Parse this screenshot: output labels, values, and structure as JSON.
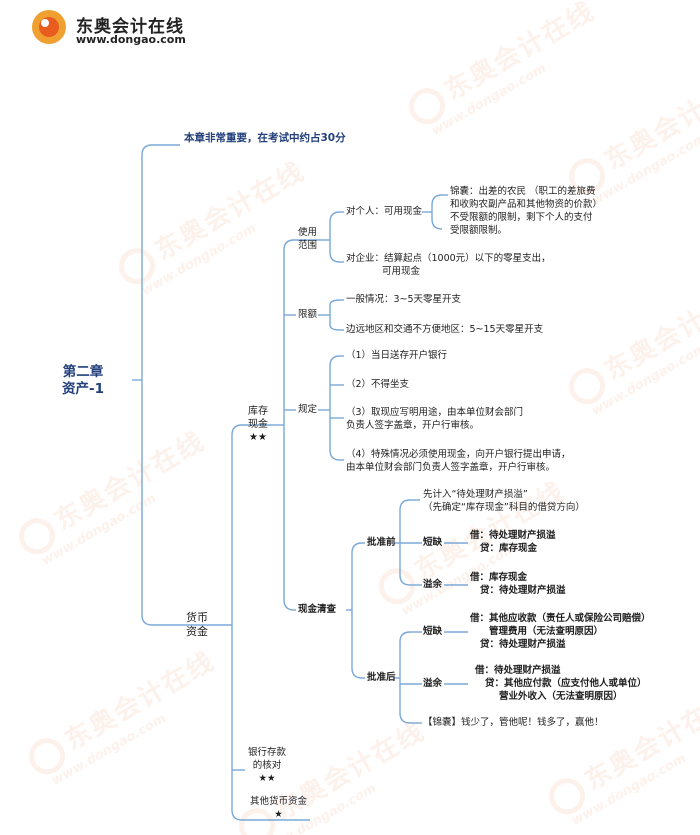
{
  "brand": {
    "name": "东奥会计在线",
    "url": "www.dongao.com"
  },
  "root": {
    "line1": "第二章",
    "line2": "资产-1"
  },
  "note": "本章非常重要，在考试中约占30分",
  "nodes": {
    "huobi": [
      "货币",
      "资金"
    ],
    "kucun": [
      "库存",
      "现金",
      "★★"
    ],
    "yinhang": [
      "银行存款",
      "的核对",
      "★★"
    ],
    "qita": [
      "其他货币资金",
      "★"
    ],
    "shiyong": [
      "使用",
      "范围"
    ],
    "xiane": "限额",
    "guiding": "规定",
    "qingcha": "现金清查",
    "duigeren": "对个人：可用现金",
    "jinnang1": [
      "锦囊：出差的农民 （职工的差旅费",
      "和收购农副产品和其他物资的价款）",
      "不受限额的限制，剩下个人的支付",
      "受限额限制。"
    ],
    "duiqiye": [
      "对企业：结算起点（1000元）以下的零星支出，",
      "可用现金"
    ],
    "yiban": "一般情况：3~5天零星开支",
    "bianyuan": "边远地区和交通不方便地区：5~15天零星开支",
    "g1": "（1）当日送存开户银行",
    "g2": "（2）不得坐支",
    "g3": [
      "（3）取现应写明用途，由本单位财会部门",
      "负责人签字盖章，开户行审核。"
    ],
    "g4": [
      "（4）特殊情况必须使用现金，向开户银行提出申请，",
      "由本单位财会部门负责人签字盖章，开户行审核。"
    ],
    "xianji": [
      "先计入“待处理财产损溢”",
      "（先确定“库存现金”科目的借贷方向）"
    ],
    "pizhunqian": "批准前",
    "pizhunhou": "批准后",
    "duanque1": "短缺",
    "yiyu1": "溢余",
    "duanque2": "短缺",
    "yiyu2": "溢余",
    "e1": [
      "借：待处理财产损溢",
      "贷：库存现金"
    ],
    "e2": [
      "借：库存现金",
      "贷：待处理财产损溢"
    ],
    "e3": [
      "借：其他应收款（责任人或保险公司赔偿）",
      "管理费用（无法查明原因）",
      "贷：待处理财产损溢"
    ],
    "e4": [
      "借：待处理财产损溢",
      "贷：其他应付款（应支付他人或单位）",
      "营业外收入（无法查明原因）"
    ],
    "jinnang2": "【锦囊】钱少了，管他呢！钱多了，赢他！"
  },
  "colors": {
    "line": "#7aa8d8",
    "root": "#23407a",
    "watermark": "#e8783c"
  }
}
